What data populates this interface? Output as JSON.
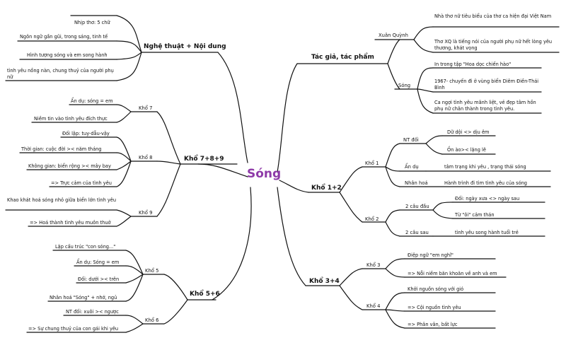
{
  "center": "Sóng",
  "accent_color": "#8e3aa8",
  "branches": {
    "nt": {
      "label": "Nghệ thuật + Nội dung",
      "items": [
        "Nhịp thơ: 5 chữ",
        "Ngôn ngữ gần gũi, trong sáng, tinh tế",
        "Hình tượng sóng và em song hành",
        "tình yêu nồng nàn, chung thuỷ của người phụ nữ"
      ]
    },
    "k789": {
      "label": "Khổ 7+8+9",
      "k7": {
        "label": "Khổ 7",
        "items": [
          "Ẩn dụ: sóng = em",
          "Niềm tin vào tình yêu đích thực"
        ]
      },
      "k8": {
        "label": "Khổ 8",
        "items": [
          "Đối lập: tuy-dẫu-vậy",
          "Thời gian: cuộc đời >< năm tháng",
          "Không gian: biển rộng >< mây bay",
          "=> Trực cảm của tình yêu"
        ]
      },
      "k9": {
        "label": "Khổ 9",
        "items": [
          "Khao khát hoá sóng nhỏ giữa biển lớn tình yêu",
          "=> Hoá thành tình yêu muôn thuở"
        ]
      }
    },
    "k56": {
      "label": "Khổ 5+6",
      "k5": {
        "label": "Khổ 5",
        "items": [
          "Lặp cấu trúc \"con sóng...\"",
          "Ẩn dụ: Sóng = em",
          "Đối: dưới >< trên",
          "Nhân hoá \"Sóng\" + nhớ, ngủ"
        ]
      },
      "k6": {
        "label": "Khổ 6",
        "items": [
          "NT đối: xuôi >< ngược",
          "=> Sự chung thuỷ của con gái khi yêu"
        ]
      }
    },
    "tg": {
      "label": "Tác giả, tác phẩm",
      "xq": {
        "label": "Xuân Quỳnh",
        "items": [
          "Nhà thơ nữ tiêu biểu của thơ ca hiện đại Việt Nam",
          "Thơ XQ là tiếng nói của người phụ nữ hết lòng yêu thương, khát vọng"
        ]
      },
      "song": {
        "label": "Sóng",
        "items": [
          "In trong tập \"Hoa dọc chiến hào\"",
          "1967- chuyến đi ở vùng biển Diêm Điền-Thái Bình",
          "Ca ngợi tình yêu mãnh liệt, vẻ đẹp tâm hồn phụ nữ chân thành trong tình yêu."
        ]
      }
    },
    "k12": {
      "label": "Khổ 1+2",
      "k1": {
        "label": "Khổ 1",
        "ntdoi": {
          "label": "NT đối",
          "items": [
            "Dữ dội <> dịu êm",
            "Ồn ào>< lặng lẽ"
          ]
        },
        "andu": {
          "label": "Ẩn dụ",
          "item": "tâm trạng khi yêu , trạng thái sóng"
        },
        "nhanhoa": {
          "label": "Nhân hoá",
          "item": "Hành trình đi tìm tình yêu của sóng"
        }
      },
      "k2": {
        "label": "Khổ 2",
        "c2d": {
          "label": "2 câu đầu",
          "items": [
            "Đối: ngày xưa <> ngày sau",
            "Từ \"ôi\" cảm thán"
          ]
        },
        "c2s": {
          "label": "2 câu sau",
          "item": "tình yêu song hành tuổi trẻ"
        }
      }
    },
    "k34": {
      "label": "Khổ 3+4",
      "k3": {
        "label": "Khổ 3",
        "items": [
          "Điệp ngữ \"em nghĩ\"",
          "=> Nỗi niềm băn khoăn về anh và em"
        ]
      },
      "k4": {
        "label": "Khổ 4",
        "items": [
          "Khởi nguồn sóng với gió",
          "=> Cội nguồn tình yêu",
          "=> Phân vân, bất lực"
        ]
      }
    }
  }
}
